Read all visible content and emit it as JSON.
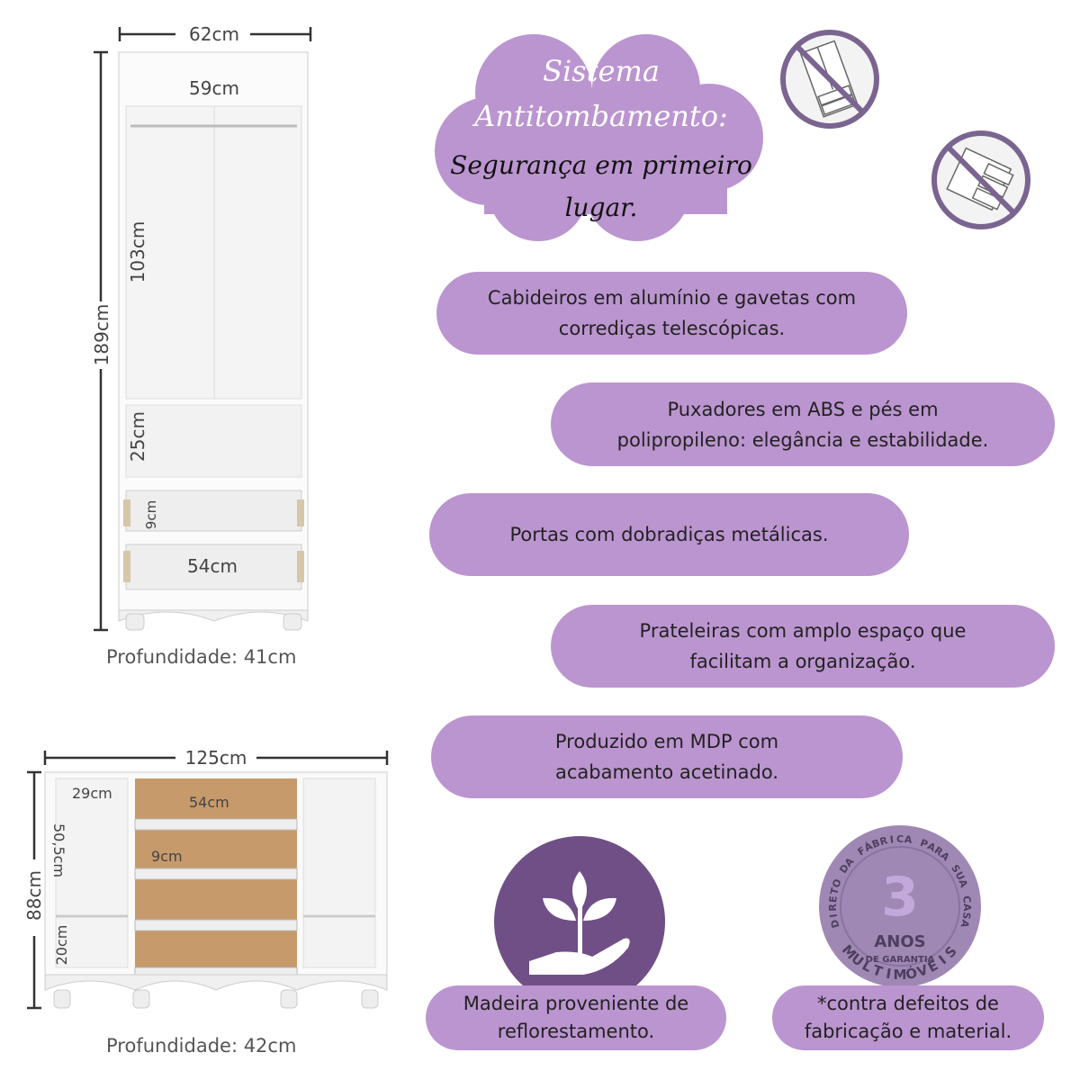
{
  "wardrobe": {
    "width": "62cm",
    "inner_width": "59cm",
    "height": "189cm",
    "hanging_height": "103cm",
    "shelf_height": "25cm",
    "drawer_height": "9cm",
    "drawer_width": "54cm",
    "depth": "Profundidade: 41cm"
  },
  "cabinet": {
    "width": "125cm",
    "shelf_depth": "29cm",
    "drawer_width": "54cm",
    "upper_height": "50,5cm",
    "drawer_height": "9cm",
    "height": "88cm",
    "lower_height": "20cm",
    "depth": "Profundidade: 42cm"
  },
  "cloud": {
    "line1": "Sistema",
    "line2": "Antitombamento:",
    "line3": "Segurança em primeiro",
    "line4": "lugar."
  },
  "features": [
    {
      "l1": "Cabideiros em alumínio e gavetas com",
      "l2": "corrediças telescópicas."
    },
    {
      "l1": "Puxadores em ABS e pés em",
      "l2": "polipropileno: elegância e estabilidade."
    },
    {
      "l1": "Portas com dobradiças metálicas.",
      "l2": ""
    },
    {
      "l1": "Prateleiras com amplo espaço que",
      "l2": "facilitam a organização."
    },
    {
      "l1": "Produzido em MDP com",
      "l2": "acabamento acetinado."
    },
    {
      "l1": "Madeira proveniente de",
      "l2": "reflorestamento."
    },
    {
      "l1": "*contra defeitos de",
      "l2": "fabricação e material."
    }
  ],
  "badge": {
    "arc_top": "DIRETO DA FÁBRICA PARA SUA CASA",
    "number": "3",
    "anos": "ANOS",
    "de_garantia": "DE GARANTIA",
    "brand": "MULTIMÓVEIS"
  },
  "colors": {
    "pill": "#bb95cf",
    "dark_purple": "#6f4f86",
    "badge": "#9f88b4"
  }
}
